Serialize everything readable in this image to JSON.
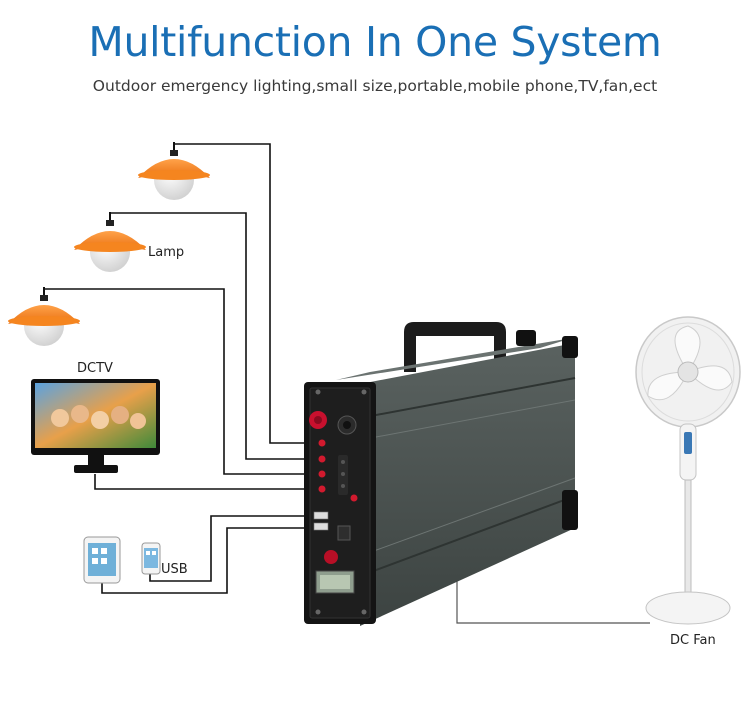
{
  "header": {
    "title": "Multifunction In One System",
    "subtitle": "Outdoor emergency lighting,small size,portable,mobile phone,TV,fan,ect"
  },
  "labels": {
    "lamp": "Lamp",
    "dctv": "DCTV",
    "usb": "USB",
    "dc_fan": "DC Fan"
  },
  "colors": {
    "title": "#1a6fb5",
    "lamp_shade": "#f5851f",
    "case_body": "#4a5250",
    "panel_black": "#141414",
    "red_terminal": "#c8102e"
  },
  "icons": [
    "pendant-lamp-icon",
    "tv-monitor-icon",
    "tablet-icon",
    "smartphone-icon",
    "power-station-icon",
    "standing-fan-icon"
  ]
}
